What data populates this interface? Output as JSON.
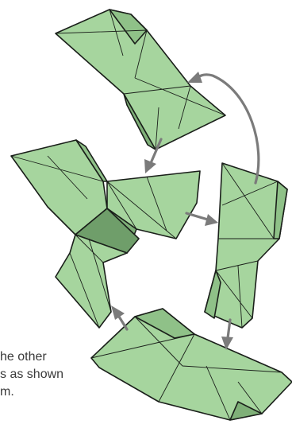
{
  "colors": {
    "paper_green": "#a6d59e",
    "paper_green_mid": "#8fc188",
    "paper_green_dark": "#6f9e6a",
    "outline": "#1a1f1a",
    "arrow_gray": "#7b7b7b"
  },
  "caption": {
    "line1": "he other",
    "line2": "s as shown",
    "line3": "m."
  }
}
